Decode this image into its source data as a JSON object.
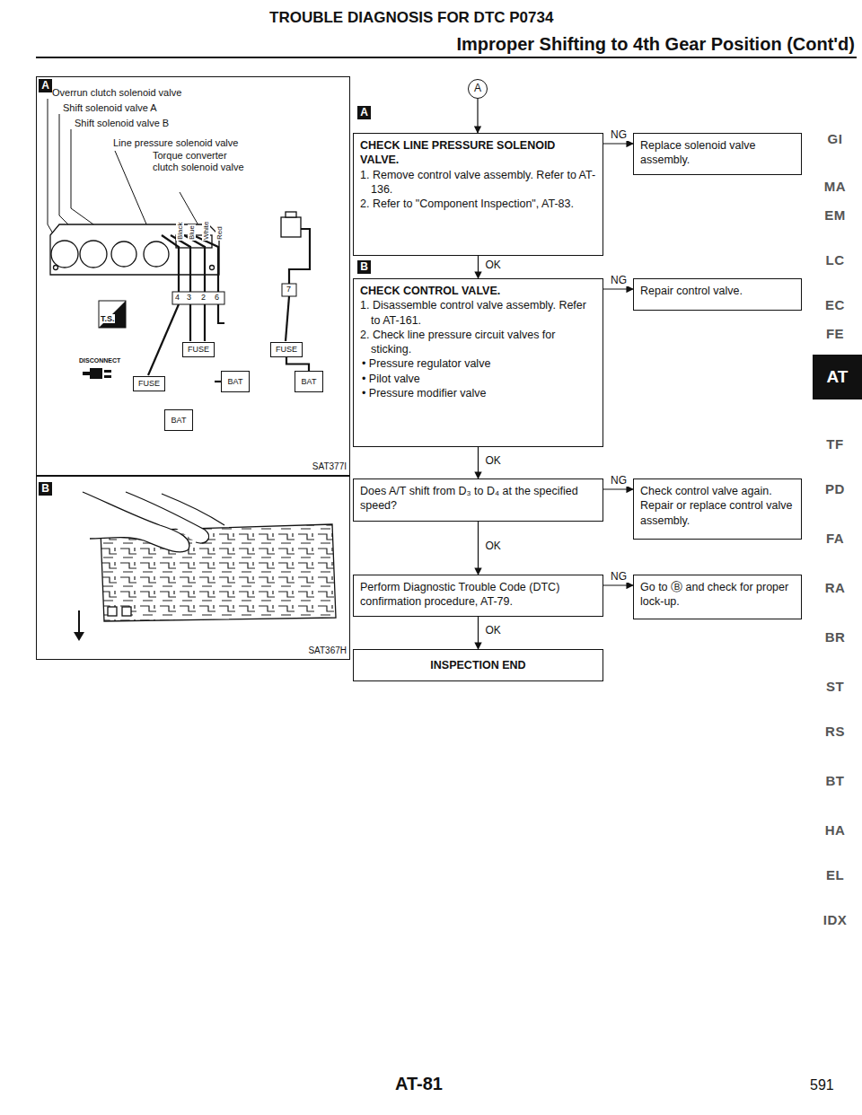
{
  "diagram": {
    "title": "TROUBLE DIAGNOSIS FOR DTC P0734",
    "nodes": [
      {
        "text": [
          "SAT377I"
        ]
      },
      {
        "text": [
          "FUSE"
        ],
        "in": 0
      },
      {
        "text": [
          "FUSE"
        ],
        "in": 0
      },
      {
        "text": [
          "BAT"
        ],
        "in": 0
      },
      {
        "text": [
          "BAT"
        ],
        "in": 0
      },
      {
        "text": [
          "FUSE"
        ],
        "in": 0
      },
      {
        "text": [
          "BAT"
        ],
        "in": 0
      },
      {
        "text": [
          "SAT367H"
        ]
      },
      {
        "text": [
          "A"
        ]
      },
      {
        "text": [
          "CHECK LINE PRESSURE SOLENOID VALVE.",
          "1. Remove control valve assembly. Refer to AT-136.",
          "2. Refer to \"Component Inspection\", AT-83."
        ]
      },
      {
        "text": [
          "Replace solenoid valve assembly."
        ]
      },
      {
        "text": [
          "CHECK CONTROL VALVE.",
          "1. Disassemble control valve assembly. Refer to AT-161.",
          "2. Check line pressure circuit valves for sticking.",
          "• Pressure regulator valve",
          "• Pilot valve",
          "• Pressure modifier valve"
        ]
      },
      {
        "text": [
          "Repair control valve."
        ]
      },
      {
        "text": [
          "Does A/T shift from D₃ to D₄ at the specified speed?"
        ]
      },
      {
        "text": [
          "Check control valve again. Repair or replace control valve assembly."
        ]
      },
      {
        "text": [
          "Perform Diagnostic Trouble Code (DTC) confirmation procedure, AT-79."
        ]
      },
      {
        "text": [
          "Go to Ⓑ and check for proper lock-up."
        ]
      },
      {
        "text": [
          "INSPECTION END"
        ]
      }
    ],
    "edges": [
      {
        "from": 1,
        "to": 3,
        "arrow": "none"
      },
      {
        "from": 2,
        "to": 4,
        "arrow": "none"
      },
      {
        "from": 5,
        "to": 6,
        "arrow": "none"
      },
      {
        "from": 8,
        "to": 9,
        "arrow": "to"
      },
      {
        "from": 9,
        "to": 10,
        "label": "NG",
        "arrow": "to"
      },
      {
        "from": 9,
        "to": 11,
        "label": "OK",
        "arrow": "to"
      },
      {
        "from": 11,
        "to": 12,
        "label": "NG",
        "arrow": "to"
      },
      {
        "from": 11,
        "to": 13,
        "label": "OK",
        "arrow": "to"
      },
      {
        "from": 13,
        "to": 14,
        "label": "NG",
        "arrow": "to"
      },
      {
        "from": 13,
        "to": 15,
        "label": "OK",
        "arrow": "to"
      },
      {
        "from": 15,
        "to": 16,
        "label": "NG",
        "arrow": "to"
      },
      {
        "from": 15,
        "to": 17,
        "label": "OK",
        "arrow": "to"
      }
    ],
    "labels": [
      "Improper Shifting to 4th Gear Position (Cont'd)",
      "A",
      "Overrun clutch solenoid valve",
      "Shift solenoid valve A",
      "Shift solenoid valve B",
      "Line pressure solenoid valve",
      "Torque converter clutch solenoid valve",
      "Black",
      "Blue",
      "White",
      "Red",
      "4",
      "3",
      "2",
      "6",
      "7",
      "T.S.",
      "DISCONNECT",
      "B",
      "A",
      "B",
      "GI",
      "MA",
      "EM",
      "LC",
      "EC",
      "FE",
      "AT",
      "TF",
      "PD",
      "FA",
      "RA",
      "BR",
      "ST",
      "RS",
      "BT",
      "HA",
      "EL",
      "IDX",
      "AT-81",
      "591"
    ]
  }
}
